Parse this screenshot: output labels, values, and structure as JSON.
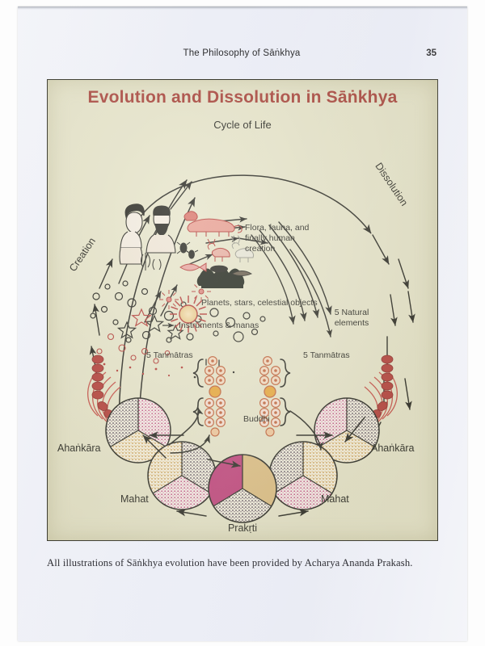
{
  "page": {
    "running_head": "The Philosophy of Sāṅkhya",
    "page_number": "35",
    "caption": "All illustrations of Sāṅkhya evolution have been provided by Acharya Ananda Prakash."
  },
  "figure": {
    "title": "Evolution and Dissolution in Sāṅkhya",
    "background_color": "#e7e5cb",
    "title_color": "#a8423a",
    "ink_color": "#2b2b25",
    "accent_red": "#b5413c",
    "labels": {
      "cycle_of_life": "Cycle of Life",
      "creation": "Creation",
      "dissolution": "Dissolution",
      "flora_fauna": "Flora, fauna, and\nfinally human\ncreation",
      "planets": "Planets, stars, celestial objects",
      "instruments": "Instruments & manas",
      "natural_elements": "5 Natural\nelements",
      "tanmatras_left": "5 Tanmātras",
      "tanmatras_right": "5 Tanmātras",
      "buddhi": "Buddhi",
      "ahankara_left": "Ahaṅkāra",
      "ahankara_right": "Ahaṅkāra",
      "mahat_left": "Mahat",
      "mahat_right": "Mahat",
      "prakrti": "Prakṛti"
    },
    "guna_colors": {
      "sattva": "#d9b06a",
      "rajas": "#c0427c",
      "tamas": "#4a3a4d"
    },
    "evolutes_order": [
      "Prakṛti",
      "Mahat",
      "Ahaṅkāra",
      "5 Tanmātras",
      "5 Natural elements",
      "Instruments & manas",
      "Planets, stars, celestial objects",
      "Flora, fauna, and finally human creation"
    ]
  }
}
